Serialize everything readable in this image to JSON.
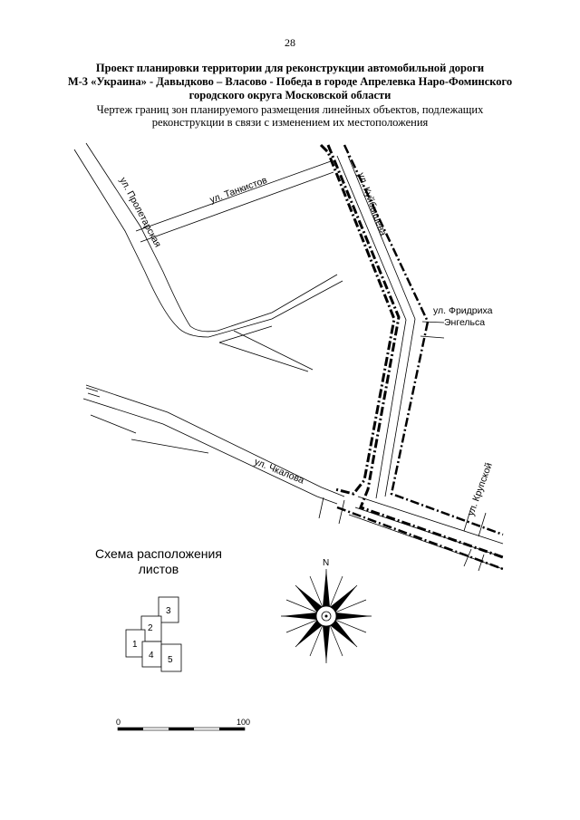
{
  "page_number": "28",
  "title": {
    "line1": "Проект планировки территории для реконструкции автомобильной дороги",
    "line2": "М-3 «Украина» - Давыдково – Власово - Победа в городе Апрелевка Наро-Фоминского",
    "line3": "городского округа  Московской области"
  },
  "subtitle": {
    "line1": "Чертеж границ зон планируемого размещения линейных объектов, подлежащих",
    "line2": "реконструкции в связи с изменением их местоположения"
  },
  "streets": {
    "tankistov": "ул. Танкистов",
    "proletarskaya": "ул. Пролетарская",
    "kuibysheva": "ул. Куйбышева",
    "engelsa_1": "ул. Фридриха",
    "engelsa_2": "Энгельса",
    "chkalova": "ул. Чкалова",
    "krupskoy": "ул. Крупской"
  },
  "scheme": {
    "title_line1": "Схема расположения",
    "title_line2": "листов",
    "sheets": [
      "1",
      "2",
      "3",
      "4",
      "5"
    ]
  },
  "compass": {
    "north": "N"
  },
  "scale": {
    "start": "0",
    "end": "100"
  },
  "colors": {
    "ink": "#000000",
    "boundary": "#000000"
  }
}
